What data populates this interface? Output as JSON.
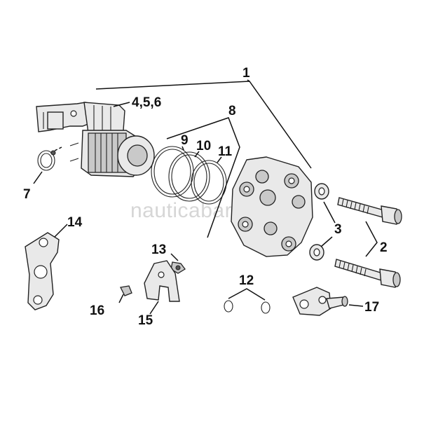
{
  "diagram": {
    "watermark": "nauticabarbana.it",
    "labels": {
      "l1": "1",
      "l2": "2",
      "l3": "3",
      "l456": "4,5,6",
      "l7": "7",
      "l8": "8",
      "l9": "9",
      "l10": "10",
      "l11": "11",
      "l12": "12",
      "l13": "13",
      "l14": "14",
      "l15": "15",
      "l16": "16",
      "l17": "17"
    }
  }
}
